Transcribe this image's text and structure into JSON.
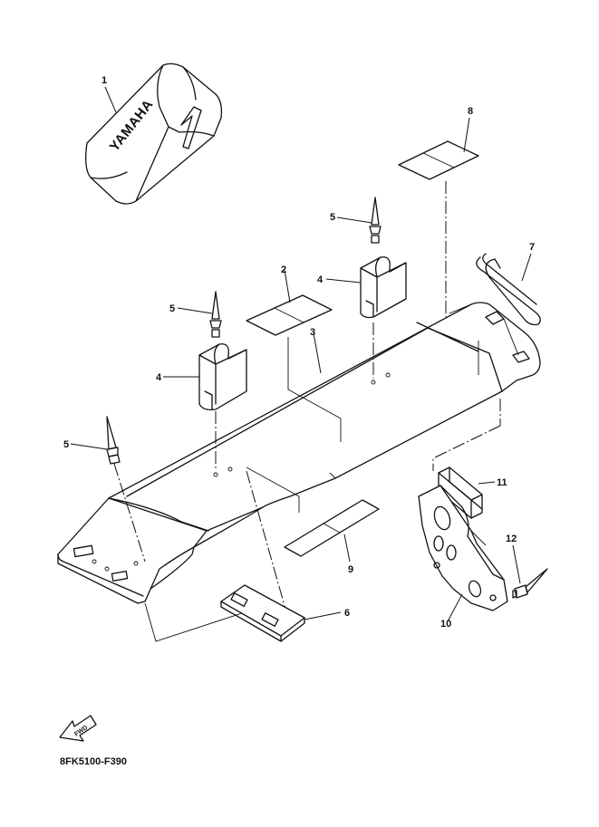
{
  "diagram": {
    "diagram_code": "8FK5100-F390",
    "brand_text": "YAMAHA",
    "fwd_label": "FWD",
    "callouts": [
      {
        "id": "c1",
        "label": "1"
      },
      {
        "id": "c2",
        "label": "2"
      },
      {
        "id": "c3",
        "label": "3"
      },
      {
        "id": "c4a",
        "label": "4"
      },
      {
        "id": "c4b",
        "label": "4"
      },
      {
        "id": "c5a",
        "label": "5"
      },
      {
        "id": "c5b",
        "label": "5"
      },
      {
        "id": "c5c",
        "label": "5"
      },
      {
        "id": "c6",
        "label": "6"
      },
      {
        "id": "c7",
        "label": "7"
      },
      {
        "id": "c8",
        "label": "8"
      },
      {
        "id": "c9",
        "label": "9"
      },
      {
        "id": "c10",
        "label": "10"
      },
      {
        "id": "c11",
        "label": "11"
      },
      {
        "id": "c12",
        "label": "12"
      }
    ]
  }
}
